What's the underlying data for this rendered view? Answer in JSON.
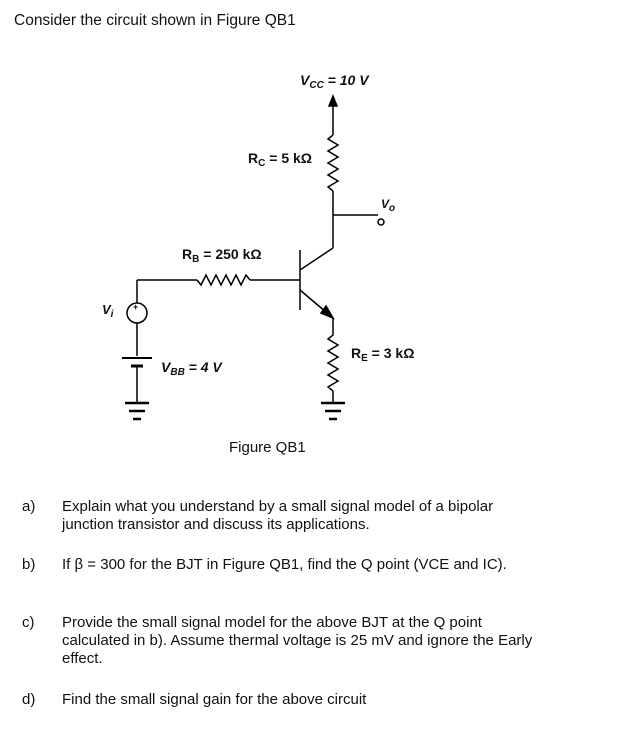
{
  "intro": "Consider the circuit shown in Figure QB1",
  "figure": {
    "vcc_label": "V",
    "vcc_sub": "CC",
    "vcc_value": " = 10 V",
    "rc_label": "R",
    "rc_sub": "C",
    "rc_value": " = 5 kΩ",
    "vo_label": "V",
    "vo_sub": "o",
    "rb_label": "R",
    "rb_sub": "B",
    "rb_value": " = 250 kΩ",
    "vi_label": "V",
    "vi_sub": "i",
    "source_plus": "+",
    "vbb_label": "V",
    "vbb_sub": "BB",
    "vbb_value": " = 4 V",
    "re_label": "R",
    "re_sub": "E",
    "re_value": " = 3 kΩ",
    "caption": "Figure QB1"
  },
  "questions": [
    {
      "letter": "a)",
      "line1": "Explain what you understand by a small signal model of a bipolar",
      "line2": "junction transistor and discuss its applications.",
      "line3": ""
    },
    {
      "letter": "b)",
      "line1": "If β = 300 for the BJT in Figure QB1, find the Q point (VCE and IC).",
      "line2": "",
      "line3": ""
    },
    {
      "letter": "c)",
      "line1": "Provide the small signal model for the above BJT at the Q point",
      "line2": "calculated in b). Assume thermal voltage is 25 mV and ignore the Early",
      "line3": "effect."
    },
    {
      "letter": "d)",
      "line1": "Find the small signal gain for the above circuit",
      "line2": "",
      "line3": ""
    }
  ]
}
